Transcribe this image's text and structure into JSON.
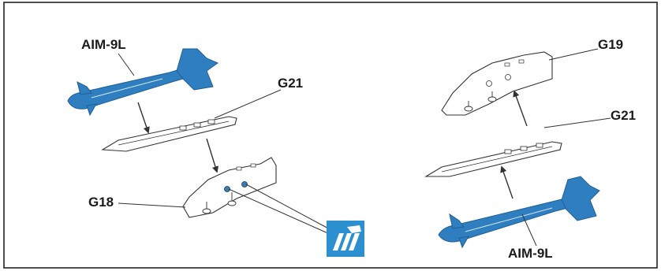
{
  "labels": {
    "missile_left": "AIM-9L",
    "rail_left": "G21",
    "pylon_left": "G18",
    "pylon_right": "G19",
    "rail_right": "G21",
    "missile_right": "AIM-9L"
  },
  "colors": {
    "missile": "#2f7fc0",
    "missile_dark": "#1f5f98",
    "line": "#333333",
    "paper": "#ffffff",
    "frame": "#222222",
    "decal_icon_bg": "#2b8fd0"
  },
  "icons": {
    "decal": "decal-icon"
  }
}
